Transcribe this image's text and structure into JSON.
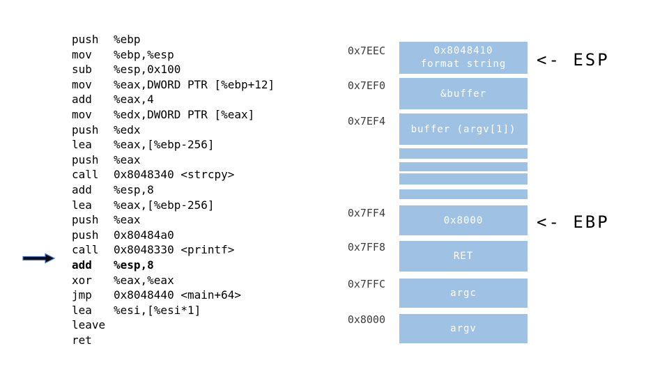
{
  "assembly": {
    "lines": [
      {
        "mnemonic": "push",
        "operands": "%ebp"
      },
      {
        "mnemonic": "mov",
        "operands": "%ebp,%esp"
      },
      {
        "mnemonic": "sub",
        "operands": "%esp,0x100"
      },
      {
        "mnemonic": "mov",
        "operands": "%eax,DWORD PTR [%ebp+12]"
      },
      {
        "mnemonic": "add",
        "operands": "%eax,4"
      },
      {
        "mnemonic": "mov",
        "operands": "%edx,DWORD PTR [%eax]"
      },
      {
        "mnemonic": "push",
        "operands": "%edx"
      },
      {
        "mnemonic": "lea",
        "operands": "%eax,[%ebp-256]"
      },
      {
        "mnemonic": "push",
        "operands": "%eax"
      },
      {
        "mnemonic": "call",
        "operands": "0x8048340 <strcpy>"
      },
      {
        "mnemonic": "add",
        "operands": "%esp,8"
      },
      {
        "mnemonic": "lea",
        "operands": "%eax,[%ebp-256]"
      },
      {
        "mnemonic": "push",
        "operands": "%eax"
      },
      {
        "mnemonic": "push",
        "operands": "0x80484a0"
      },
      {
        "mnemonic": "call",
        "operands": "0x8048330 <printf>"
      },
      {
        "mnemonic": "add",
        "operands": "%esp,8"
      },
      {
        "mnemonic": "xor",
        "operands": "%eax,%eax"
      },
      {
        "mnemonic": "jmp",
        "operands": "0x8048440 <main+64>"
      },
      {
        "mnemonic": "lea",
        "operands": "%esi,[%esi*1]"
      },
      {
        "mnemonic": "leave",
        "operands": ""
      },
      {
        "mnemonic": "ret",
        "operands": ""
      }
    ],
    "current_line_index": 15
  },
  "stack": {
    "entries": [
      {
        "address": "0x7EEC",
        "value_line1": "0x8048410",
        "value_line2": "format string",
        "pointer": "ESP"
      },
      {
        "address": "0x7EF0",
        "value": "&buffer"
      },
      {
        "address": "0x7EF4",
        "value": "buffer (argv[1])"
      },
      {
        "address": "0x7FF4",
        "value": "0x8000",
        "pointer": "EBP"
      },
      {
        "address": "0x7FF8",
        "value": "RET"
      },
      {
        "address": "0x7FFC",
        "value": "argc"
      },
      {
        "address": "0x8000",
        "value": "argv"
      }
    ],
    "filler_row_count": 4
  },
  "annotations": {
    "esp": "<- ESP",
    "ebp": "<- EBP"
  },
  "colors": {
    "box-fill": "#9FC2E4",
    "box-text": "#FFFFFF",
    "arrow-fill": "#0B0B16",
    "arrow-stroke": "#4472C4",
    "address-text": "#3D3D3D",
    "code-text": "#000000"
  }
}
